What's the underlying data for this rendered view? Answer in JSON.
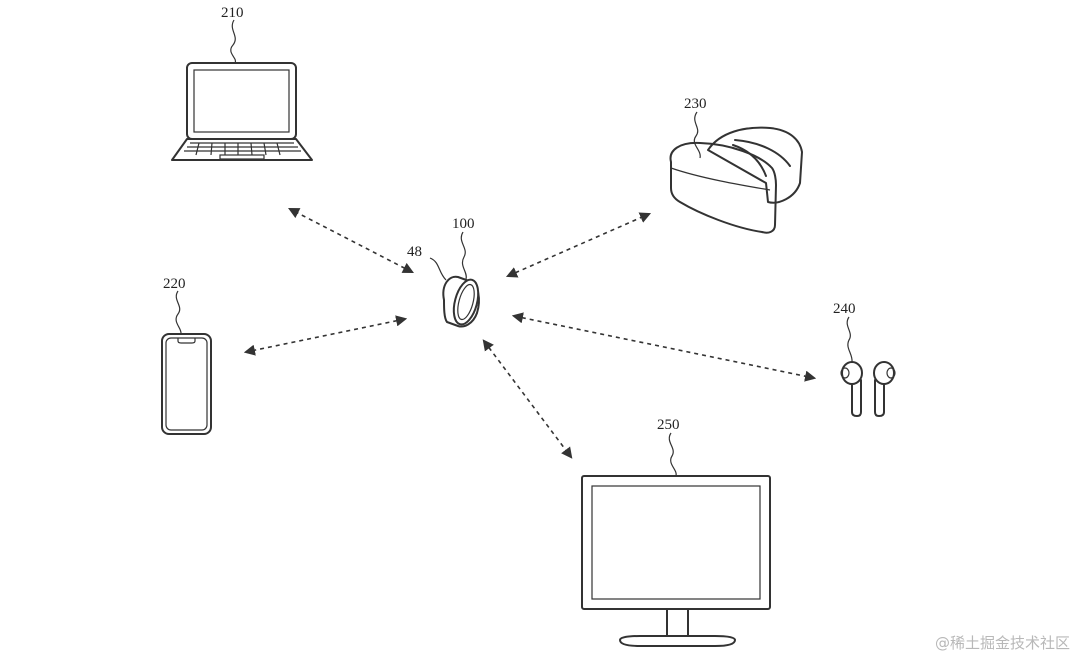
{
  "labels": {
    "laptop": "210",
    "phone": "220",
    "headset": "230",
    "earbuds": "240",
    "monitor": "250",
    "ring": "100",
    "ring_part": "48"
  },
  "icons": [
    "laptop-icon",
    "phone-icon",
    "vr-headset-icon",
    "earbuds-icon",
    "monitor-icon",
    "ring-icon"
  ],
  "watermark": "@稀土掘金技术社区"
}
